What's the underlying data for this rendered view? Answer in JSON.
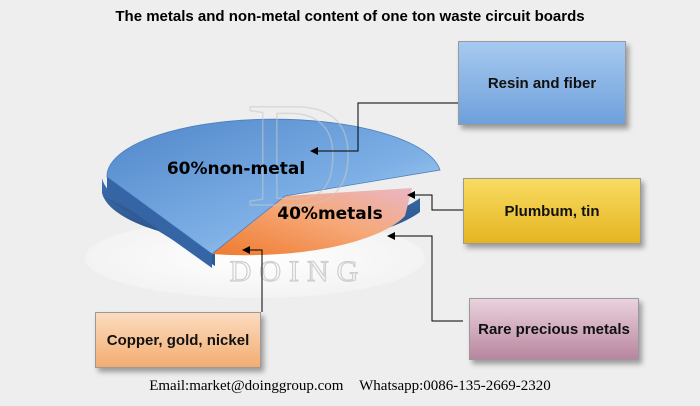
{
  "chart_data": {
    "type": "pie",
    "title": "The metals and non-metal content of one ton waste circuit boards",
    "slices": [
      {
        "label": "60%non-metal",
        "value": 60,
        "color": "#6fa1d9",
        "annotation": "Resin and fiber"
      },
      {
        "label": "40%metals",
        "value": 40,
        "color": "#f39a5b",
        "annotation_parts": [
          "Copper, gold, nickel",
          "Plumbum, tin",
          "Rare precious metals"
        ]
      }
    ]
  },
  "boxes": {
    "resin": {
      "text": "Resin and fiber",
      "color": "#8cb8e6"
    },
    "plumbum": {
      "text": "Plumbum, tin",
      "color": "#f2cd3a"
    },
    "precious": {
      "text": "Rare precious metals",
      "color": "#d6b2c6"
    },
    "copper": {
      "text": "Copper, gold, nickel",
      "color": "#f7c49a"
    }
  },
  "watermark": "DOING",
  "footer": {
    "email": "Email:market@doinggroup.com",
    "whatsapp": "Whatsapp:0086-135-2669-2320"
  }
}
